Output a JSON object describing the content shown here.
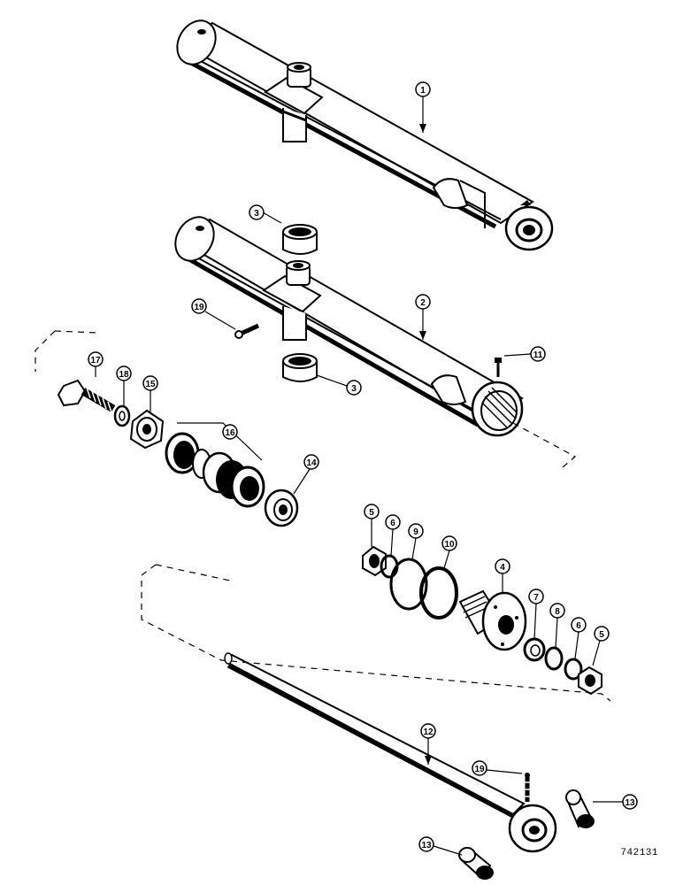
{
  "figure_number": "742131",
  "callouts": [
    {
      "label": "1",
      "part": "barrel"
    },
    {
      "label": "2",
      "part": "barrel"
    },
    {
      "label": "3",
      "part": "bushing"
    },
    {
      "label": "3",
      "part": "bushing"
    },
    {
      "label": "19",
      "part": "grease-fitting"
    },
    {
      "label": "11",
      "part": "set-screw"
    },
    {
      "label": "17",
      "part": "bolt"
    },
    {
      "label": "18",
      "part": "washer"
    },
    {
      "label": "15",
      "part": "nut"
    },
    {
      "label": "16",
      "part": "piston-packing"
    },
    {
      "label": "14",
      "part": "piston"
    },
    {
      "label": "5",
      "part": "nut"
    },
    {
      "label": "6",
      "part": "o-ring"
    },
    {
      "label": "9",
      "part": "o-ring"
    },
    {
      "label": "10",
      "part": "backup-ring"
    },
    {
      "label": "4",
      "part": "gland"
    },
    {
      "label": "7",
      "part": "wiper"
    },
    {
      "label": "8",
      "part": "seal"
    },
    {
      "label": "6",
      "part": "o-ring"
    },
    {
      "label": "5",
      "part": "nut"
    },
    {
      "label": "12",
      "part": "piston-rod"
    },
    {
      "label": "19",
      "part": "grease-fitting"
    },
    {
      "label": "13",
      "part": "bushing"
    },
    {
      "label": "13",
      "part": "bushing"
    }
  ]
}
